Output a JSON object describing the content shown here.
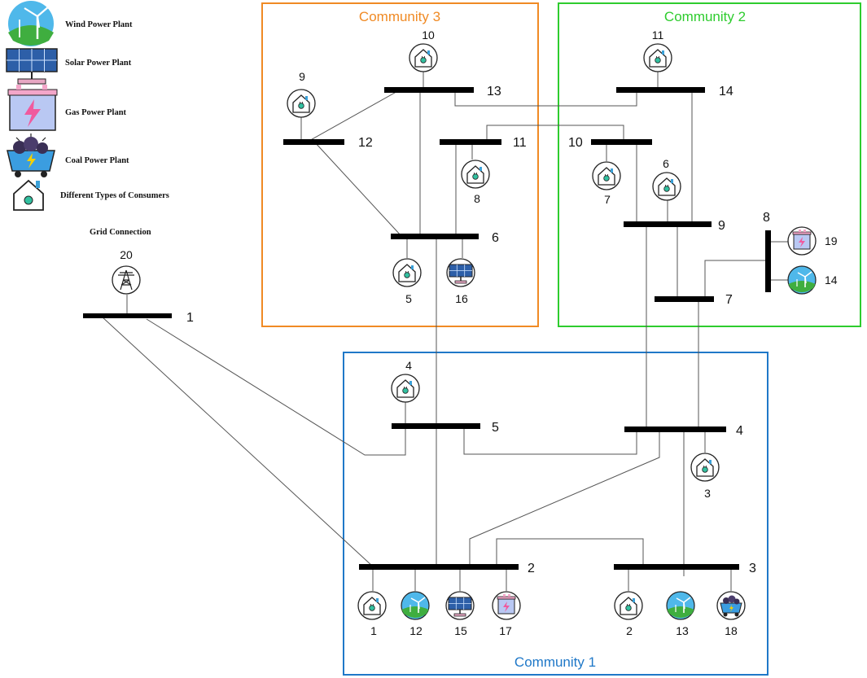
{
  "legend": {
    "wind": "Wind Power Plant",
    "solar": "Solar Power Plant",
    "gas": "Gas Power Plant",
    "coal": "Coal Power Plant",
    "consumer": "Different Types of Consumers",
    "grid": "Grid Connection"
  },
  "communities": {
    "c1": {
      "label": "Community 1",
      "color": "#1f78c8"
    },
    "c2": {
      "label": "Community 2",
      "color": "#2ecc2e"
    },
    "c3": {
      "label": "Community 3",
      "color": "#f08a24"
    }
  },
  "buses": {
    "b1": "1",
    "b2": "2",
    "b3": "3",
    "b4": "4",
    "b5": "5",
    "b6": "6",
    "b7": "7",
    "b8": "8",
    "b9": "9",
    "b10": "10",
    "b11": "11",
    "b12": "12",
    "b13": "13",
    "b14": "14"
  },
  "nodes": {
    "grid20": "20",
    "cons1": "1",
    "wind12": "12",
    "solar15": "15",
    "gas17": "17",
    "cons2": "2",
    "wind13": "13",
    "coal18": "18",
    "cons3": "3",
    "cons4": "4",
    "cons5": "5",
    "solar16": "16",
    "cons6": "6",
    "cons7": "7",
    "cons8": "8",
    "cons9": "9",
    "cons10": "10",
    "cons11": "11",
    "gas19": "19",
    "wind14": "14"
  }
}
